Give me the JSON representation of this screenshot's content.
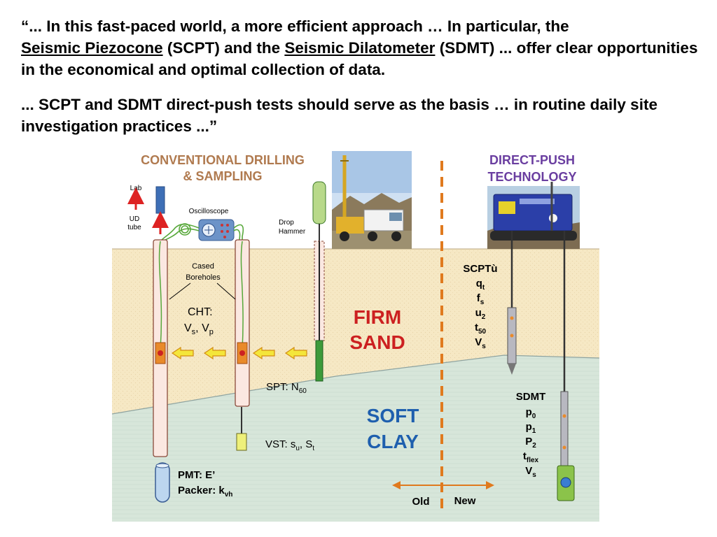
{
  "quote": {
    "p1_a": "“... In this fast-paced world, a more efficient approach … In particular, the",
    "p1_link1": "Seismic Piezocone",
    "p1_b": " (SCPT) and the ",
    "p1_link2": "Seismic  Dilatometer",
    "p1_c": " (SDMT) ... offer clear opportunities in the economical and optimal collection of data.",
    "p2": "... SCPT and SDMT direct-push tests should serve as the basis … in routine daily site investigation practices ...”"
  },
  "diagram": {
    "conventional_title_1": "CONVENTIONAL DRILLING",
    "conventional_title_2": "& SAMPLING",
    "direct_push_title_1": "DIRECT-PUSH",
    "direct_push_title_2": "TECHNOLOGY",
    "lab": "Lab",
    "ud_1": "UD",
    "ud_2": "tube",
    "oscilloscope": "Oscilloscope",
    "drop_1": "Drop",
    "drop_2": "Hammer",
    "cased_1": "Cased",
    "cased_2": "Boreholes",
    "cht": "CHT:",
    "cht_vs_v": "V",
    "cht_vs_sub": "s",
    "cht_sep": ", V",
    "cht_vp_sub": "p",
    "firm_1": "FIRM",
    "firm_2": "SAND",
    "soft_1": "SOFT",
    "soft_2": "CLAY",
    "spt": "SPT:  N",
    "spt_sub": "60",
    "vst": "VST:  s",
    "vst_su_sub": "u",
    "vst_sep": ", S",
    "vst_st_sub": "t",
    "pmt": "PMT:  E’",
    "packer": "Packer:  k",
    "packer_sub": "vh",
    "scpt_label": "SCPTù",
    "scpt_params": [
      {
        "base": "q",
        "sub": "t"
      },
      {
        "base": "f",
        "sub": "s"
      },
      {
        "base": "u",
        "sub": "2"
      },
      {
        "base": "t",
        "sub": "50"
      },
      {
        "base": "V",
        "sub": "s"
      }
    ],
    "sdmt_label": "SDMT",
    "sdmt_params": [
      {
        "base": "p",
        "sub": "0"
      },
      {
        "base": "p",
        "sub": "1"
      },
      {
        "base": "P",
        "sub": "2"
      },
      {
        "base": "t",
        "sub": "flex"
      },
      {
        "base": "V",
        "sub": "s"
      }
    ],
    "old": "Old",
    "new": "New"
  },
  "colors": {
    "sand": "#f6e8c4",
    "clay": "#d7e6da",
    "conventional_title": "#b07a4f",
    "direct_push_title": "#6a3ea0",
    "firm_sand": "#cc2020",
    "soft_clay": "#1e5fae",
    "divider": "#e07a1e"
  }
}
